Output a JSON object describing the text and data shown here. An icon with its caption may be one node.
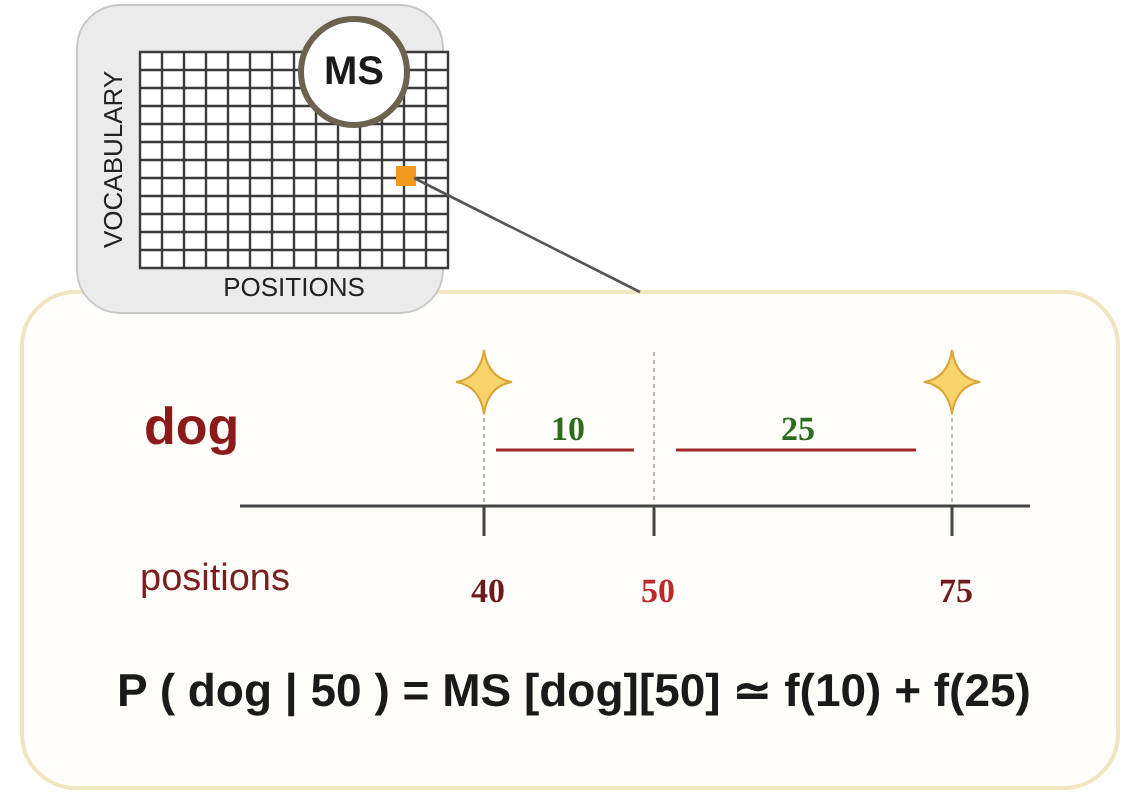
{
  "diagram": {
    "nodes": [
      {
        "text": [
          "VOCABULARY",
          "POSITIONS"
        ]
      },
      {
        "text": [
          "MS"
        ],
        "in": 0
      },
      {
        "text": [],
        "shape": "box",
        "in": 0
      },
      {
        "text": [],
        "shape": "box"
      }
    ],
    "edges": [
      {
        "from": 2,
        "to": 3,
        "arrow": "none"
      }
    ],
    "labels": [
      "dog",
      "10",
      "25",
      "positions",
      "40",
      "50",
      "75",
      "P ( dog | 50 ) = MS [dog][50] ≃ f(10) + f(25)"
    ]
  }
}
